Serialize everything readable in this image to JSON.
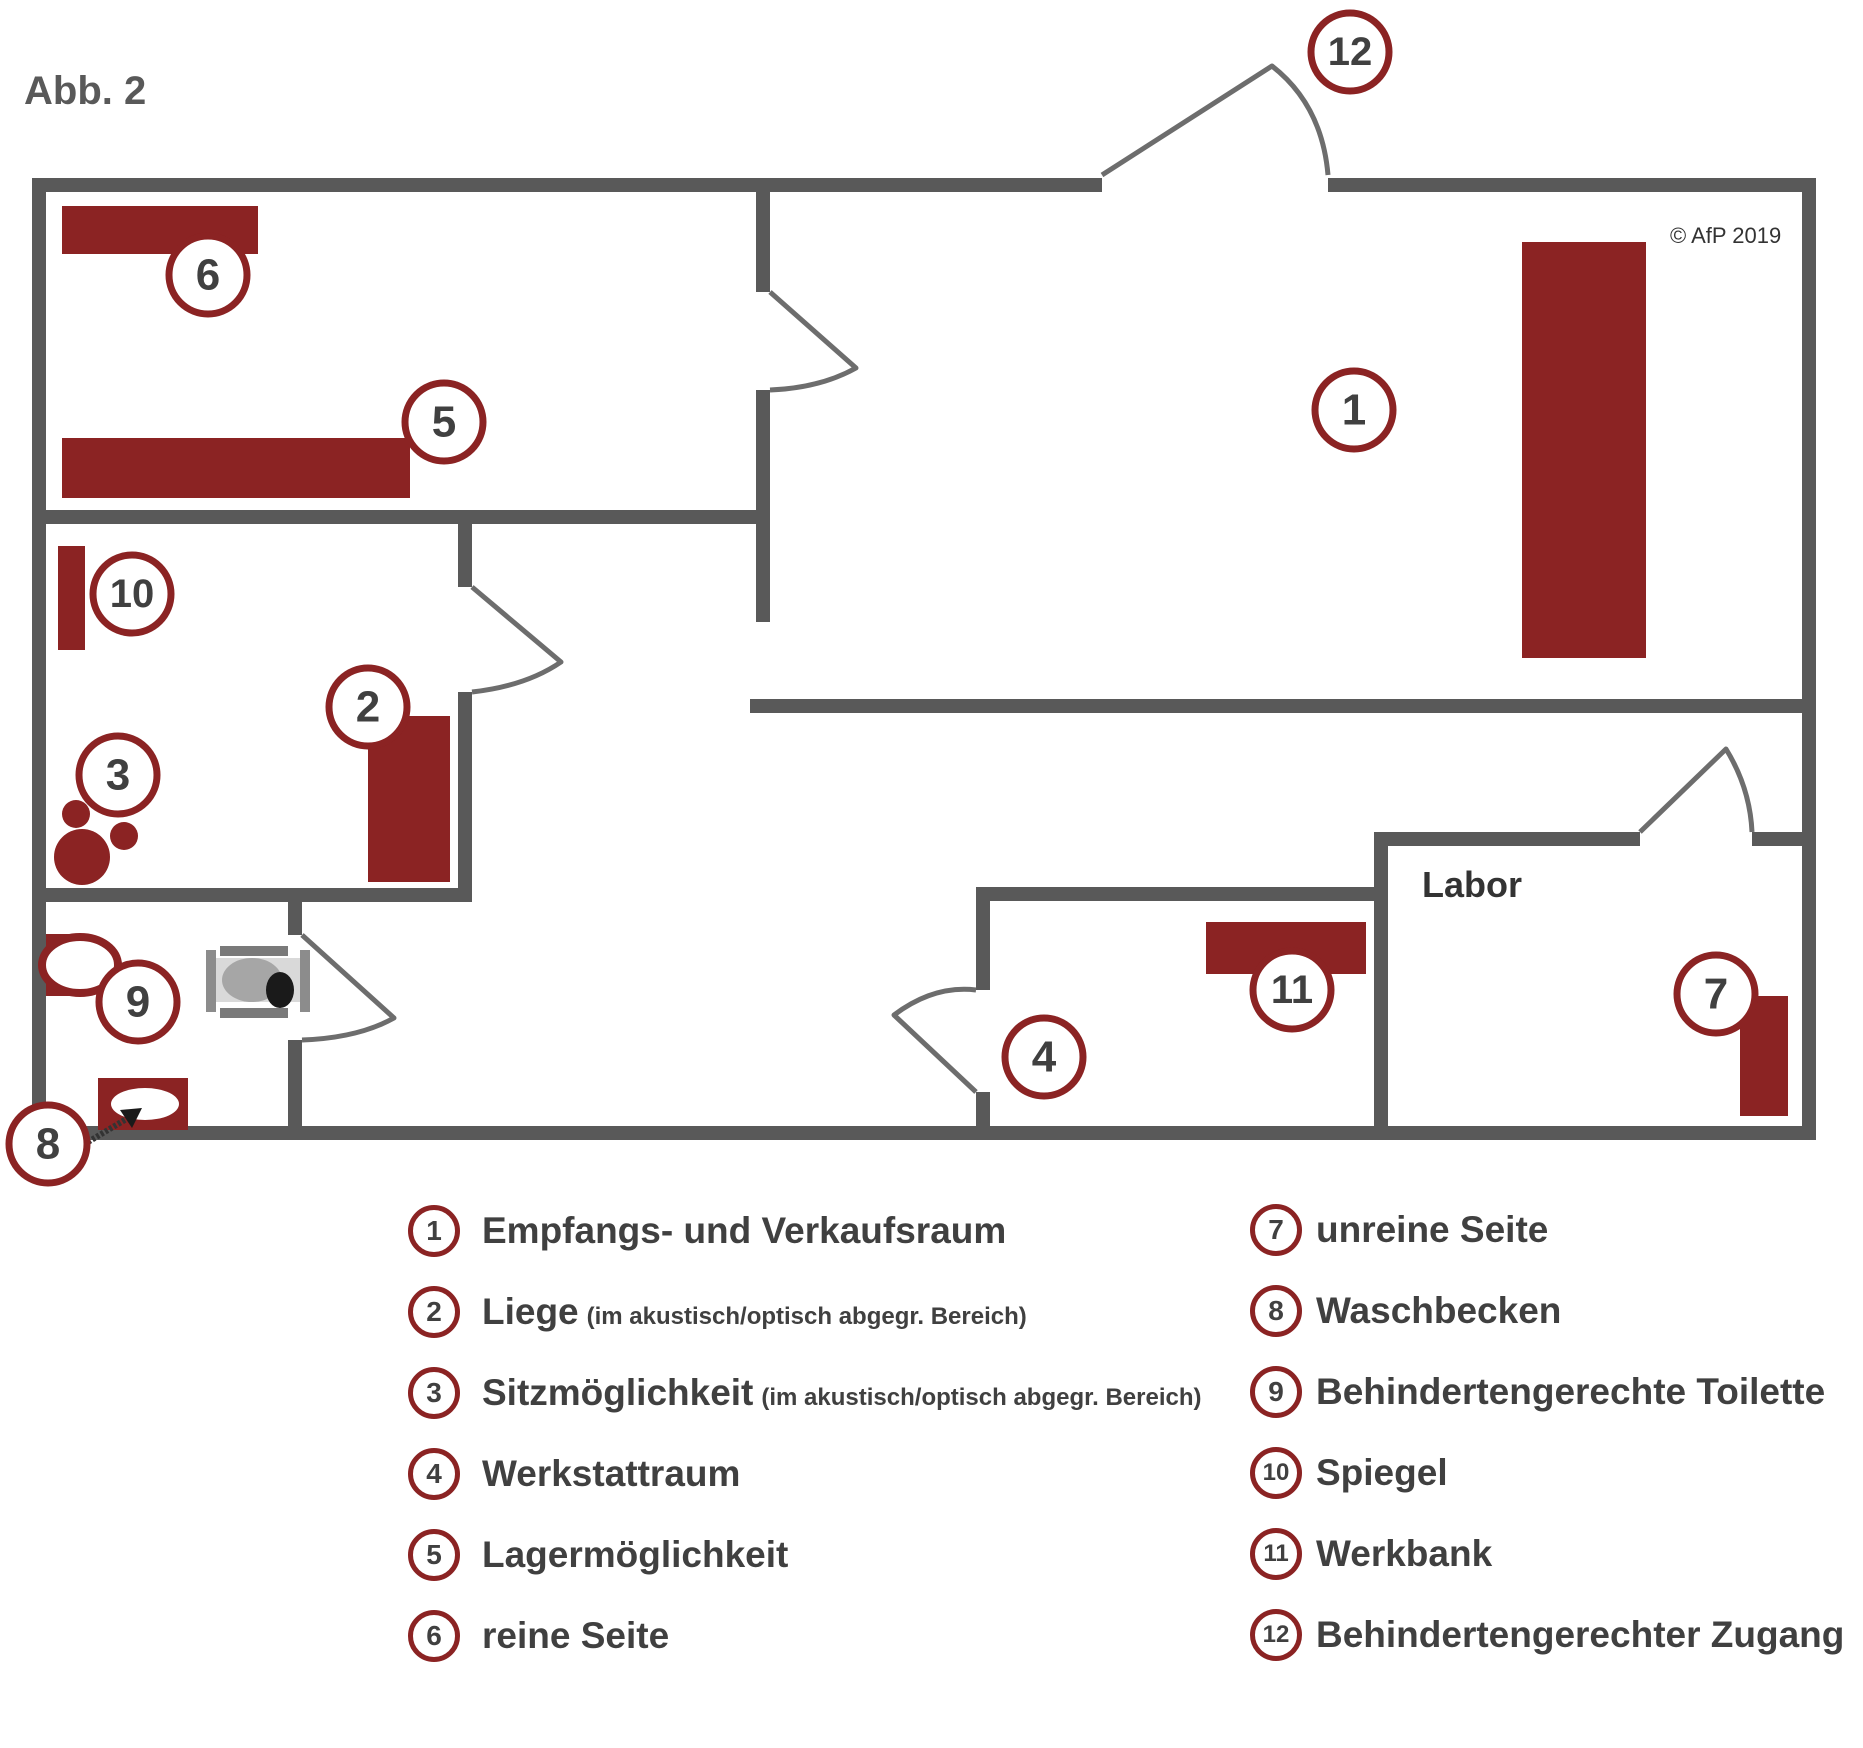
{
  "figure": {
    "title": "Abb. 2",
    "copyright": "© AfP 2019",
    "room_label_labor": "Labor"
  },
  "markers": [
    "1",
    "2",
    "3",
    "4",
    "5",
    "6",
    "7",
    "8",
    "9",
    "10",
    "11",
    "12"
  ],
  "legend": {
    "left": [
      {
        "num": "1",
        "text": "Empfangs- und Verkaufsraum",
        "note": ""
      },
      {
        "num": "2",
        "text": "Liege",
        "note": "(im akustisch/optisch abgegr. Bereich)"
      },
      {
        "num": "3",
        "text": "Sitzmöglichkeit",
        "note": "(im akustisch/optisch abgegr. Bereich)"
      },
      {
        "num": "4",
        "text": "Werkstattraum",
        "note": ""
      },
      {
        "num": "5",
        "text": "Lagermöglichkeit",
        "note": ""
      },
      {
        "num": "6",
        "text": "reine Seite",
        "note": ""
      }
    ],
    "right": [
      {
        "num": "7",
        "text": "unreine Seite",
        "note": ""
      },
      {
        "num": "8",
        "text": "Waschbecken",
        "note": ""
      },
      {
        "num": "9",
        "text": "Behindertengerechte Toilette",
        "note": ""
      },
      {
        "num": "10",
        "text": "Spiegel",
        "note": ""
      },
      {
        "num": "11",
        "text": "Werkbank",
        "note": ""
      },
      {
        "num": "12",
        "text": "Behindertengerechter Zugang",
        "note": ""
      }
    ]
  },
  "colors": {
    "accent": "#8b2323",
    "wall": "#595959",
    "text": "#404040"
  }
}
